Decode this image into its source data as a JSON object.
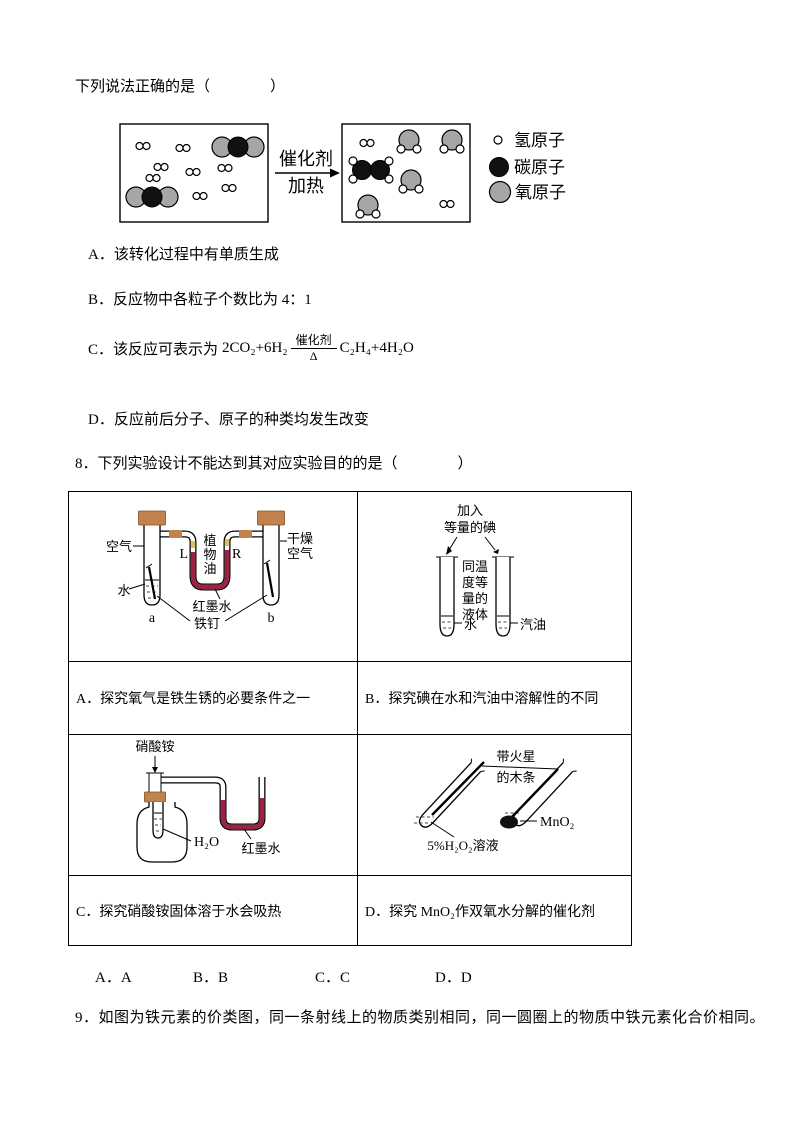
{
  "colors": {
    "cork": "#c1824e",
    "red_ink": "#9e2143",
    "gray_atom": "#a6a6a6"
  },
  "q7": {
    "stem": "下列说法正确的是（　　　　）",
    "diagram": {
      "arrow_top": "催化剂",
      "arrow_bottom": "加热",
      "legend": [
        {
          "icon": "hydrogen-atom",
          "label": "氢原子"
        },
        {
          "icon": "carbon-atom",
          "label": "碳原子"
        },
        {
          "icon": "oxygen-atom",
          "label": "氧原子"
        }
      ]
    },
    "options": {
      "a": "A．该转化过程中有单质生成",
      "b": "B．反应物中各粒子个数比为 4：1",
      "c_prefix": "C．该反应可表示为",
      "c_formula": {
        "lhs": "2CO₂+6H₂",
        "cond_top": "催化剂",
        "cond_bottom": "Δ",
        "rhs": "C₂H₄+4H₂O"
      },
      "d": "D．反应前后分子、原子的种类均发生改变"
    }
  },
  "q8": {
    "stem": "8．下列实验设计不能达到其对应实验目的的是（　　　　）",
    "table": {
      "desc_a": "A．探究氧气是铁生锈的必要条件之一",
      "desc_b": "B．探究碘在水和汽油中溶解性的不同",
      "desc_c": "C．探究硝酸铵固体溶于水会吸热",
      "desc_d": "D．探究 MnO₂作双氧水分解的催化剂"
    },
    "exp_a": {
      "air": "空气",
      "water": "水",
      "tube_a": "a",
      "l": "L",
      "r": "R",
      "oil1": "植",
      "oil2": "物",
      "oil3": "油",
      "ink": "红墨水",
      "nail": "铁钉",
      "dry1": "干燥",
      "dry2": "空气",
      "tube_b": "b"
    },
    "exp_b": {
      "add1": "加入",
      "add2": "等量的碘",
      "cond1": "同温",
      "cond2": "度等",
      "cond3": "量的",
      "cond4": "液体",
      "water": "水",
      "gasoline": "汽油"
    },
    "exp_c": {
      "salt": "硝酸铵",
      "h2o": "H₂O",
      "ink": "红墨水"
    },
    "exp_d": {
      "splint1": "带火星",
      "splint2": "的木条",
      "solution": "5%H₂O₂溶液",
      "mno2": "MnO₂"
    },
    "answers": {
      "a": "A．A",
      "b": "B．B",
      "c": "C．C",
      "d": "D．D"
    }
  },
  "q9": {
    "stem": "9．如图为铁元素的价类图，同一条射线上的物质类别相同，同一圆圈上的物质中铁元素化合价相同。"
  }
}
